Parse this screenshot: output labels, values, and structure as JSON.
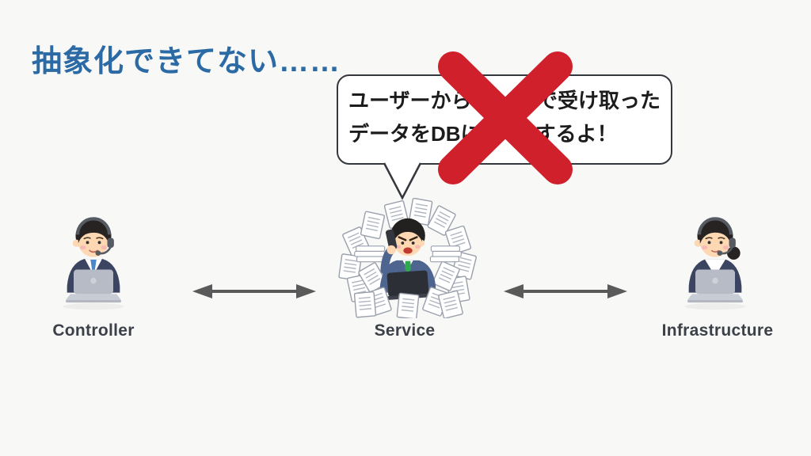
{
  "slide": {
    "title": "抽象化できてない……"
  },
  "speech_bubble": {
    "line1_left": "ユーザーから",
    "line1_right": "で受け取った",
    "line2_left": "データをDBに",
    "line2_right": "するよ！",
    "partially_hidden_by": "red-cross-mark"
  },
  "cross_mark": {
    "icon": "red-x-batsu-mark",
    "color": "#d0202c"
  },
  "nodes": [
    {
      "label": "Controller",
      "figure": "male-call-operator-with-headset-at-laptop"
    },
    {
      "label": "Service",
      "figure": "busy-office-worker-on-phone-buried-in-papers"
    },
    {
      "label": "Infrastructure",
      "figure": "female-call-operator-with-headset-at-laptop"
    }
  ],
  "arrows": [
    {
      "between": "Controller-Service",
      "type": "double-headed",
      "color": "#5a5a5a"
    },
    {
      "between": "Service-Infrastructure",
      "type": "double-headed",
      "color": "#5a5a5a"
    }
  ],
  "colors": {
    "background": "#f8f8f7",
    "title": "#2b6aa5",
    "label": "#3c4048",
    "bubble_border": "#34373c"
  }
}
